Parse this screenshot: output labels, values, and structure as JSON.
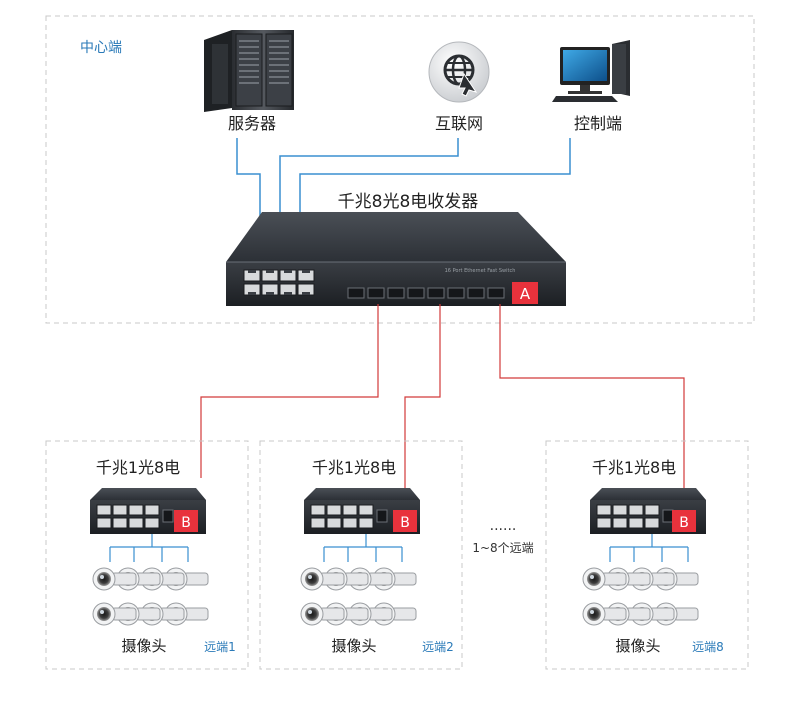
{
  "center": {
    "zone_label": "中心端",
    "server_label": "服务器",
    "internet_label": "互联网",
    "control_label": "控制端",
    "main_device_label": "千兆8光8电收发器",
    "panel_text": "16 Port Ethernet Fast Switch",
    "main_badge": "A"
  },
  "remotes": [
    {
      "device_label": "千兆1光8电",
      "badge": "B",
      "camera_label": "摄像头",
      "remote_label": "远端1"
    },
    {
      "device_label": "千兆1光8电",
      "badge": "B",
      "camera_label": "摄像头",
      "remote_label": "远端2"
    },
    {
      "device_label": "千兆1光8电",
      "badge": "B",
      "camera_label": "摄像头",
      "remote_label": "远端8"
    }
  ],
  "middle": {
    "dots": "......",
    "range_label": "1~8个远端"
  },
  "colors": {
    "zone_border": "#c8c8c8",
    "zone_label": "#2a7ab8",
    "ethernet_line": "#3a8fd0",
    "fiber_line": "#d23a3a",
    "badge": "#e8323c",
    "device_body": "#2e3238"
  }
}
